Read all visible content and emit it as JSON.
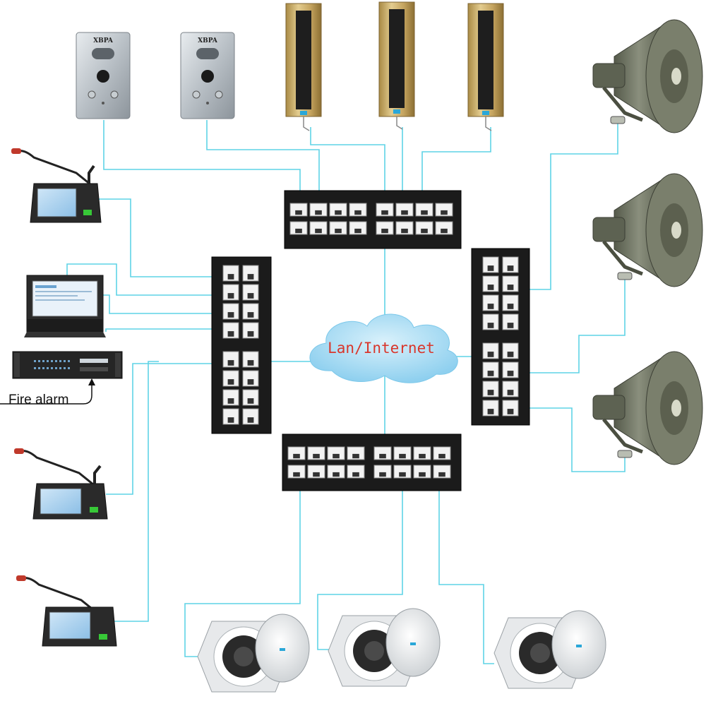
{
  "network": {
    "label": "Lan/Internet",
    "label_color": "#d9362b",
    "cloud_color": "#a8ddf5"
  },
  "intercoms": [
    {
      "brand": "XBPA"
    },
    {
      "brand": "XBPA"
    }
  ],
  "external_input": {
    "label": "Fire alarm"
  },
  "colors": {
    "wire": "#5fd3e6",
    "switch_body": "#1b1b1b",
    "column_speaker": "#c7a867",
    "horn": "#707564"
  },
  "devices": {
    "paging_consoles": 3,
    "rack_workstations": 1,
    "rack_amplifiers": 1,
    "network_switches": 4,
    "column_speakers": 3,
    "horn_speakers": 3,
    "ceiling_speakers": 3,
    "sip_intercoms": 2
  }
}
